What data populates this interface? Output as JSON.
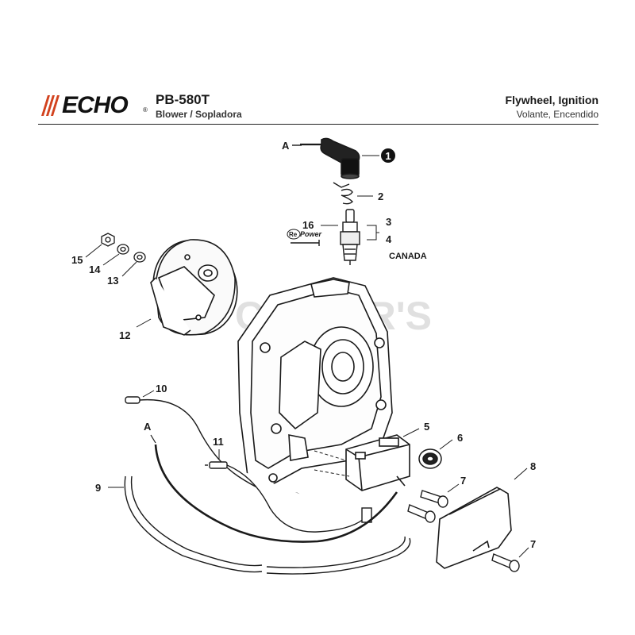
{
  "header": {
    "brand": "ECHO",
    "brand_mark": "®",
    "model": "PB-580T",
    "product": "Blower / Sopladora",
    "section_title": "Flywheel, Ignition",
    "section_subtitle": "Volante, Encendido"
  },
  "watermark": "CUTTER'S",
  "labels": {
    "ref_a_top": "A",
    "ref_a_wire": "A",
    "part_1": "1",
    "part_2": "2",
    "part_3": "3",
    "part_4": "4",
    "part_5": "5",
    "part_6": "6",
    "part_7a": "7",
    "part_7b": "7",
    "part_8": "8",
    "part_9": "9",
    "part_10": "10",
    "part_11": "11",
    "part_12": "12",
    "part_13": "13",
    "part_14": "14",
    "part_15": "15",
    "part_16": "16",
    "canada_note": "CANADA",
    "repower_re": "Re",
    "repower_power": "Power"
  },
  "colors": {
    "line": "#1a1a1a",
    "logo_stripes": "#d2421e"
  }
}
